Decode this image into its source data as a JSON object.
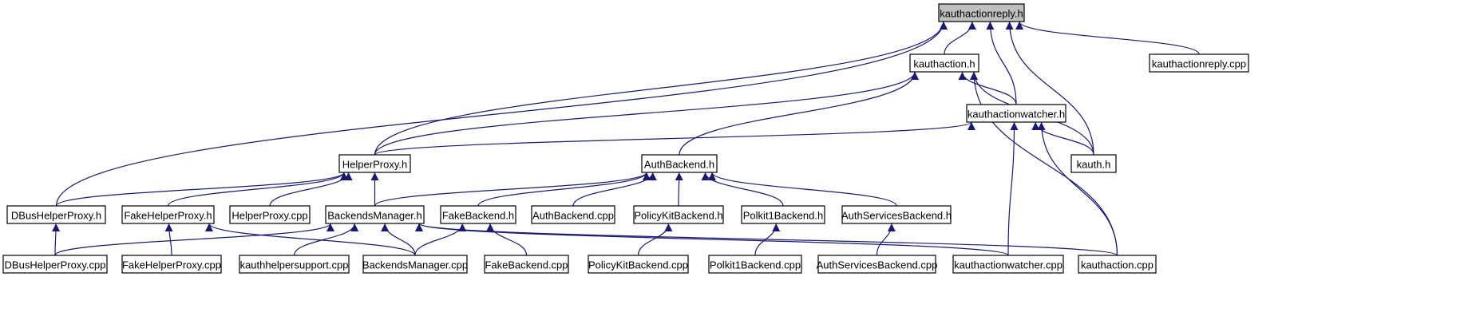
{
  "diagram": {
    "type": "include-dependency-graph",
    "colors": {
      "edge": "#191970",
      "root_fill": "#bfbfbf",
      "node_fill": "#ffffff",
      "border": "#000000"
    },
    "nodes": [
      {
        "id": "kauthactionreply_h",
        "label": "kauthactionreply.h",
        "root": true
      },
      {
        "id": "kauthaction_h",
        "label": "kauthaction.h"
      },
      {
        "id": "kauthactionreply_cpp",
        "label": "kauthactionreply.cpp"
      },
      {
        "id": "kauthactionwatcher_h",
        "label": "kauthactionwatcher.h"
      },
      {
        "id": "helperproxy_h",
        "label": "HelperProxy.h"
      },
      {
        "id": "authbackend_h",
        "label": "AuthBackend.h"
      },
      {
        "id": "kauth_h",
        "label": "kauth.h"
      },
      {
        "id": "dbushelperproxy_h",
        "label": "DBusHelperProxy.h"
      },
      {
        "id": "fakehelperproxy_h",
        "label": "FakeHelperProxy.h"
      },
      {
        "id": "helperproxy_cpp",
        "label": "HelperProxy.cpp"
      },
      {
        "id": "backendsmanager_h",
        "label": "BackendsManager.h"
      },
      {
        "id": "fakebackend_h",
        "label": "FakeBackend.h"
      },
      {
        "id": "authbackend_cpp",
        "label": "AuthBackend.cpp"
      },
      {
        "id": "policykitbackend_h",
        "label": "PolicyKitBackend.h"
      },
      {
        "id": "polkit1backend_h",
        "label": "Polkit1Backend.h"
      },
      {
        "id": "authservicesbackend_h",
        "label": "AuthServicesBackend.h"
      },
      {
        "id": "dbushelperproxy_cpp",
        "label": "DBusHelperProxy.cpp"
      },
      {
        "id": "fakehelperproxy_cpp",
        "label": "FakeHelperProxy.cpp"
      },
      {
        "id": "kauthhelpersupport_cpp",
        "label": "kauthhelpersupport.cpp"
      },
      {
        "id": "backendsmanager_cpp",
        "label": "BackendsManager.cpp"
      },
      {
        "id": "fakebackend_cpp",
        "label": "FakeBackend.cpp"
      },
      {
        "id": "policykitbackend_cpp",
        "label": "PolicyKitBackend.cpp"
      },
      {
        "id": "polkit1backend_cpp",
        "label": "Polkit1Backend.cpp"
      },
      {
        "id": "authservicesbackend_cpp",
        "label": "AuthServicesBackend.cpp"
      },
      {
        "id": "kauthactionwatcher_cpp",
        "label": "kauthactionwatcher.cpp"
      },
      {
        "id": "kauthaction_cpp",
        "label": "kauthaction.cpp"
      }
    ],
    "edges": [
      {
        "from": "kauthaction_h",
        "to": "kauthactionreply_h"
      },
      {
        "from": "kauthactionreply_cpp",
        "to": "kauthactionreply_h"
      },
      {
        "from": "kauthactionwatcher_h",
        "to": "kauthactionreply_h"
      },
      {
        "from": "kauth_h",
        "to": "kauthactionreply_h"
      },
      {
        "from": "helperproxy_h",
        "to": "kauthactionreply_h"
      },
      {
        "from": "dbushelperproxy_h",
        "to": "kauthactionreply_h"
      },
      {
        "from": "kauthactionwatcher_h",
        "to": "kauthaction_h"
      },
      {
        "from": "kauth_h",
        "to": "kauthaction_h"
      },
      {
        "from": "helperproxy_h",
        "to": "kauthaction_h"
      },
      {
        "from": "authbackend_h",
        "to": "kauthaction_h"
      },
      {
        "from": "kauthaction_cpp",
        "to": "kauthaction_h"
      },
      {
        "from": "kauth_h",
        "to": "kauthactionwatcher_h"
      },
      {
        "from": "helperproxy_h",
        "to": "kauthactionwatcher_h"
      },
      {
        "from": "kauthactionwatcher_cpp",
        "to": "kauthactionwatcher_h"
      },
      {
        "from": "kauthaction_cpp",
        "to": "kauthactionwatcher_h"
      },
      {
        "from": "dbushelperproxy_h",
        "to": "helperproxy_h"
      },
      {
        "from": "fakehelperproxy_h",
        "to": "helperproxy_h"
      },
      {
        "from": "helperproxy_cpp",
        "to": "helperproxy_h"
      },
      {
        "from": "backendsmanager_h",
        "to": "helperproxy_h"
      },
      {
        "from": "backendsmanager_h",
        "to": "authbackend_h"
      },
      {
        "from": "fakebackend_h",
        "to": "authbackend_h"
      },
      {
        "from": "authbackend_cpp",
        "to": "authbackend_h"
      },
      {
        "from": "policykitbackend_h",
        "to": "authbackend_h"
      },
      {
        "from": "polkit1backend_h",
        "to": "authbackend_h"
      },
      {
        "from": "authservicesbackend_h",
        "to": "authbackend_h"
      },
      {
        "from": "dbushelperproxy_cpp",
        "to": "dbushelperproxy_h"
      },
      {
        "from": "fakehelperproxy_cpp",
        "to": "fakehelperproxy_h"
      },
      {
        "from": "backendsmanager_cpp",
        "to": "fakehelperproxy_h"
      },
      {
        "from": "dbushelperproxy_cpp",
        "to": "backendsmanager_h"
      },
      {
        "from": "kauthhelpersupport_cpp",
        "to": "backendsmanager_h"
      },
      {
        "from": "backendsmanager_cpp",
        "to": "backendsmanager_h"
      },
      {
        "from": "kauthactionwatcher_cpp",
        "to": "backendsmanager_h"
      },
      {
        "from": "kauthaction_cpp",
        "to": "backendsmanager_h"
      },
      {
        "from": "backendsmanager_cpp",
        "to": "fakebackend_h"
      },
      {
        "from": "fakebackend_cpp",
        "to": "fakebackend_h"
      },
      {
        "from": "policykitbackend_cpp",
        "to": "policykitbackend_h"
      },
      {
        "from": "polkit1backend_cpp",
        "to": "polkit1backend_h"
      },
      {
        "from": "authservicesbackend_cpp",
        "to": "authservicesbackend_h"
      }
    ]
  }
}
